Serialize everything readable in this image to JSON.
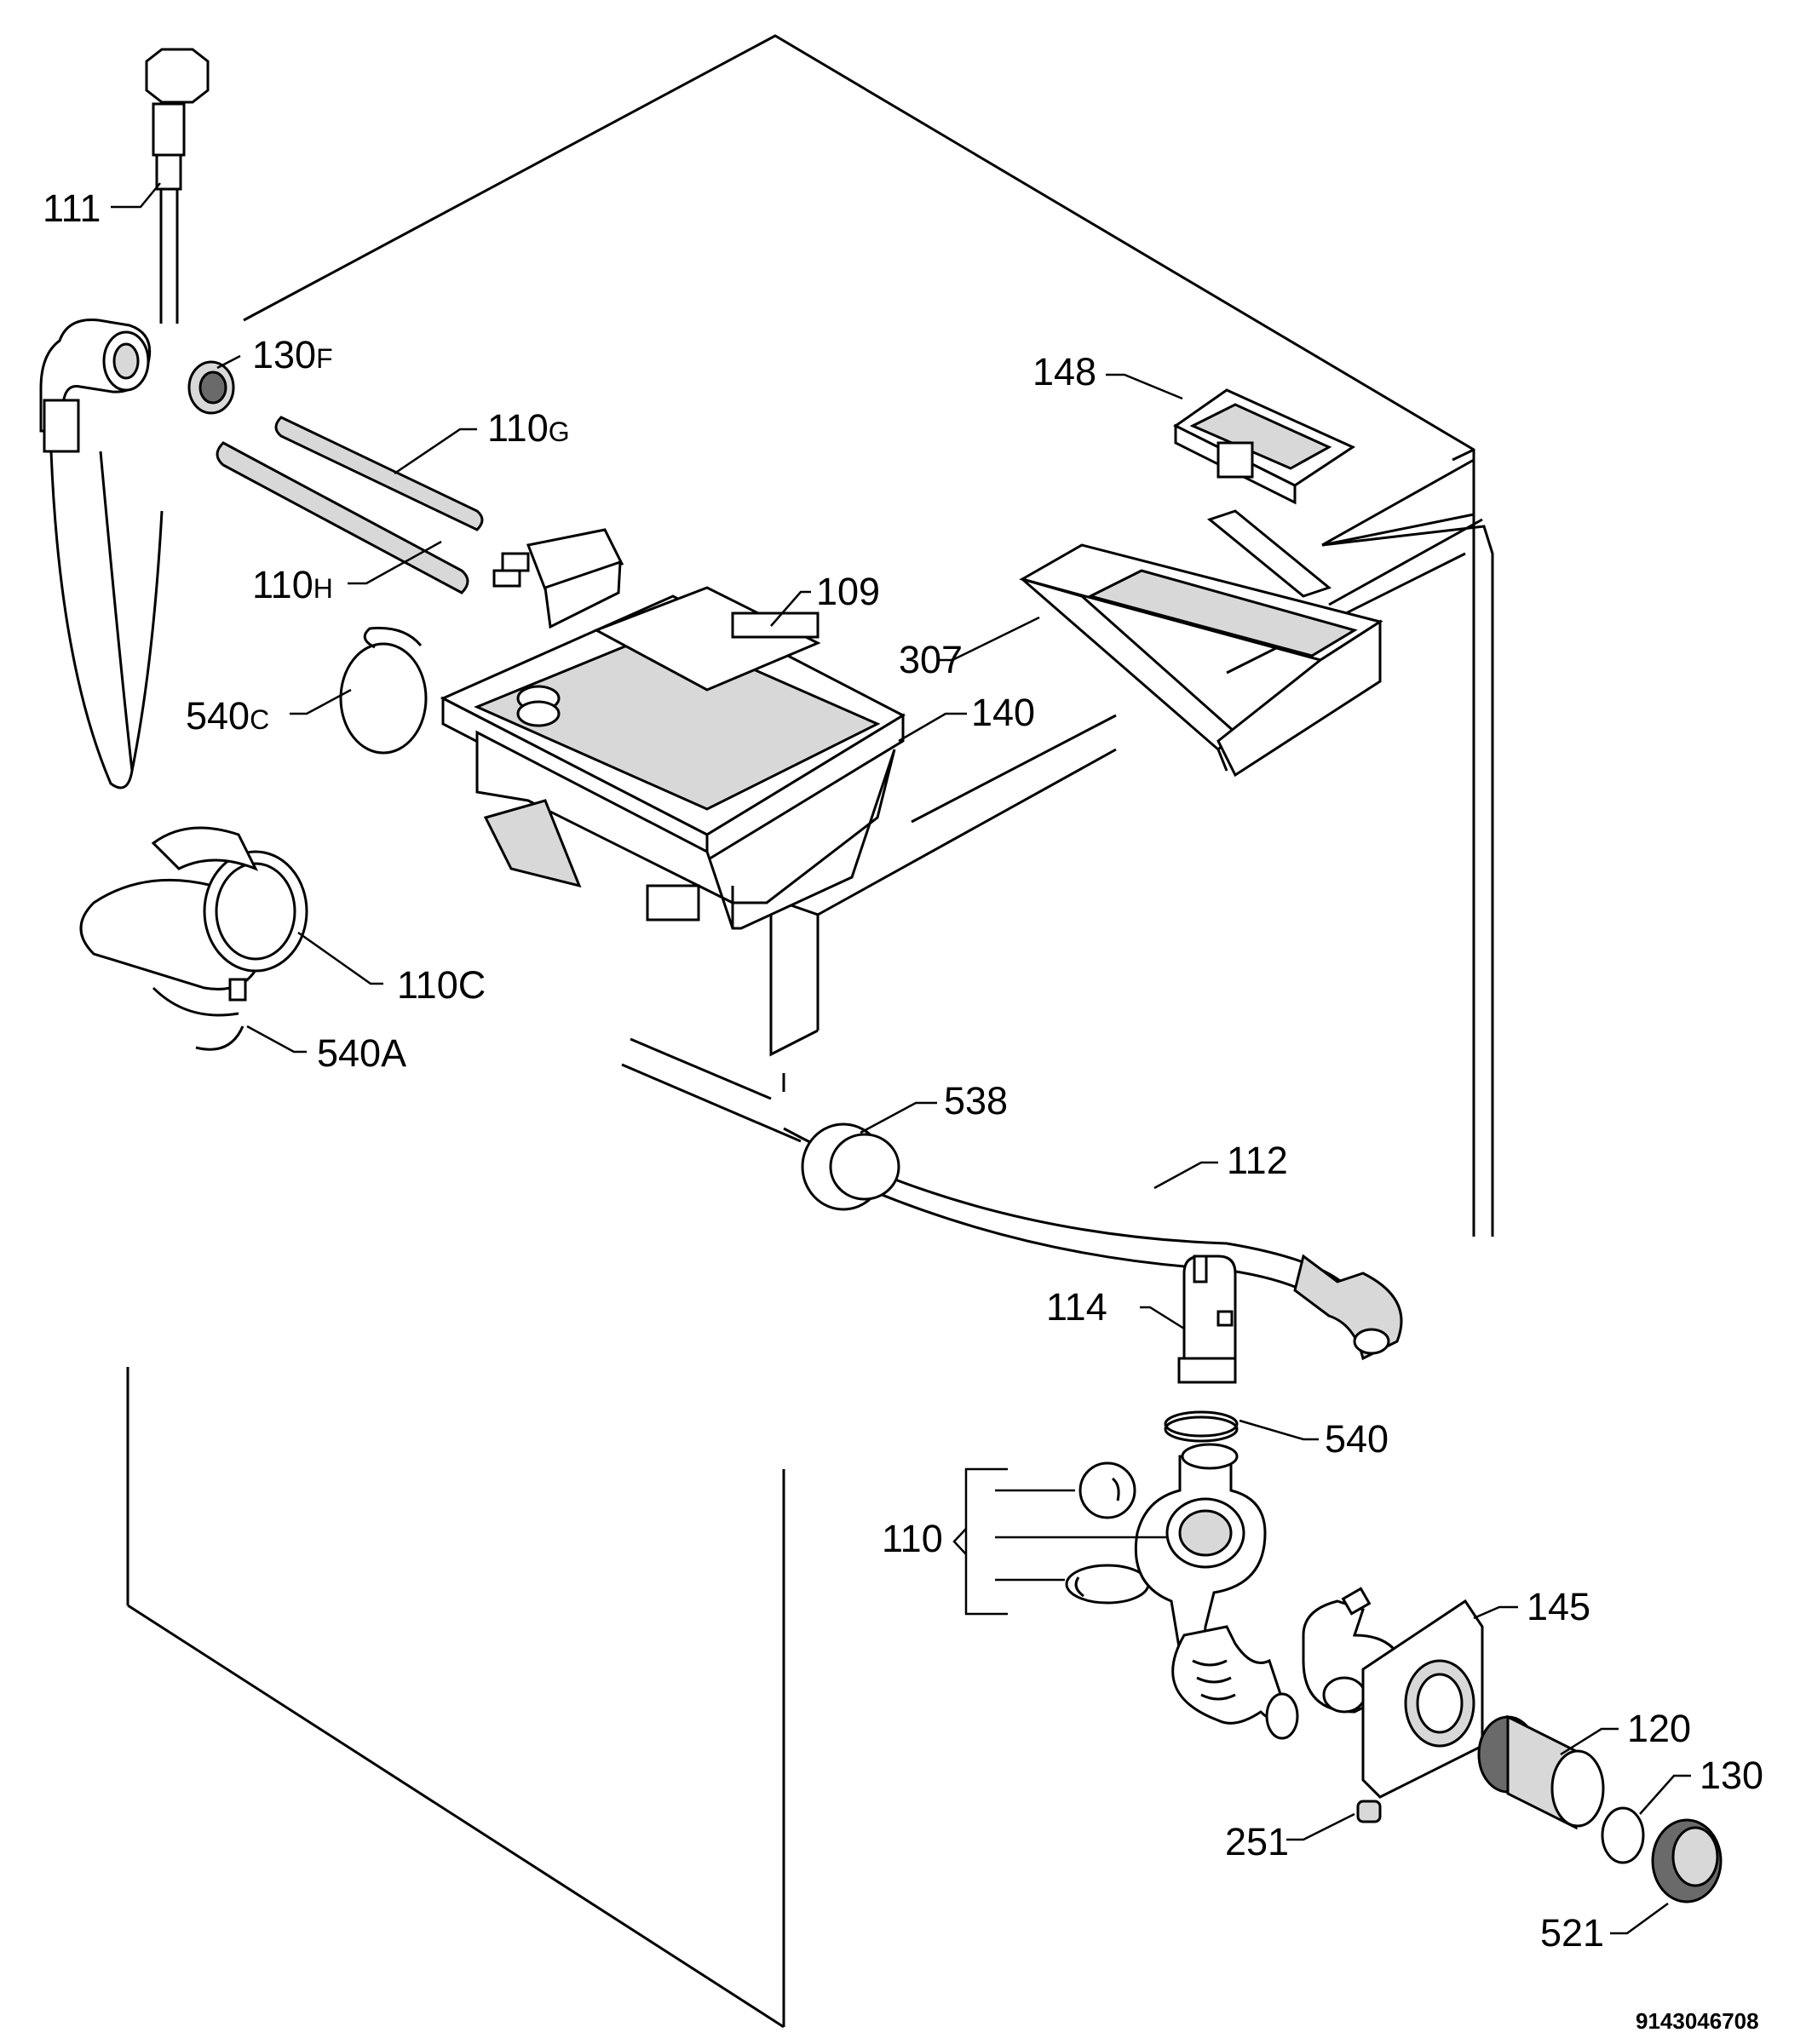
{
  "diagram": {
    "callouts": {
      "c111": "111",
      "c130f_num": "130",
      "c130f_suf": "F",
      "c110g_num": "110",
      "c110g_suf": "G",
      "c110h_num": "110",
      "c110h_suf": "H",
      "c109": "109",
      "c148": "148",
      "c307": "307",
      "c140": "140",
      "c540c_num": "540",
      "c540c_suf": "C",
      "c110c": "110C",
      "c540a": "540A",
      "c538": "538",
      "c112": "112",
      "c114": "114",
      "c540": "540",
      "c110": "110",
      "c145": "145",
      "c120": "120",
      "c130": "130",
      "c251": "251",
      "c521": "521"
    },
    "drawing_number": "9143046708"
  }
}
